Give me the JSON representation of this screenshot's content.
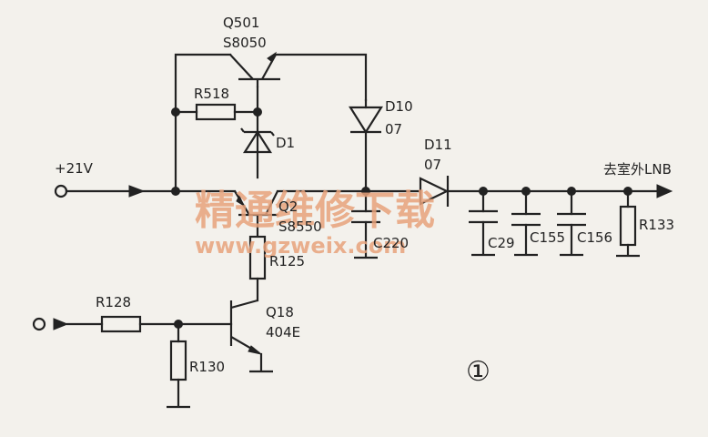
{
  "labels": {
    "input_voltage": "+21V",
    "q501_name": "Q501",
    "q501_type": "S8050",
    "r518": "R518",
    "d1": "D1",
    "d10_name": "D10",
    "d10_type": "07",
    "d11_name": "D11",
    "d11_type": "07",
    "output": "去室外LNB",
    "q2_name": "Q2",
    "q2_type": "S8550",
    "c220": "C220",
    "c29": "C29",
    "c155": "C155",
    "c156": "C156",
    "r133": "R133",
    "r125": "R125",
    "r128": "R128",
    "q18_name": "Q18",
    "q18_type": "404E",
    "r130": "R130",
    "figure_number": "①"
  },
  "watermark": {
    "title": "精通维修下载",
    "url": "www.gzweix.com",
    "color": "#e8a37c"
  }
}
